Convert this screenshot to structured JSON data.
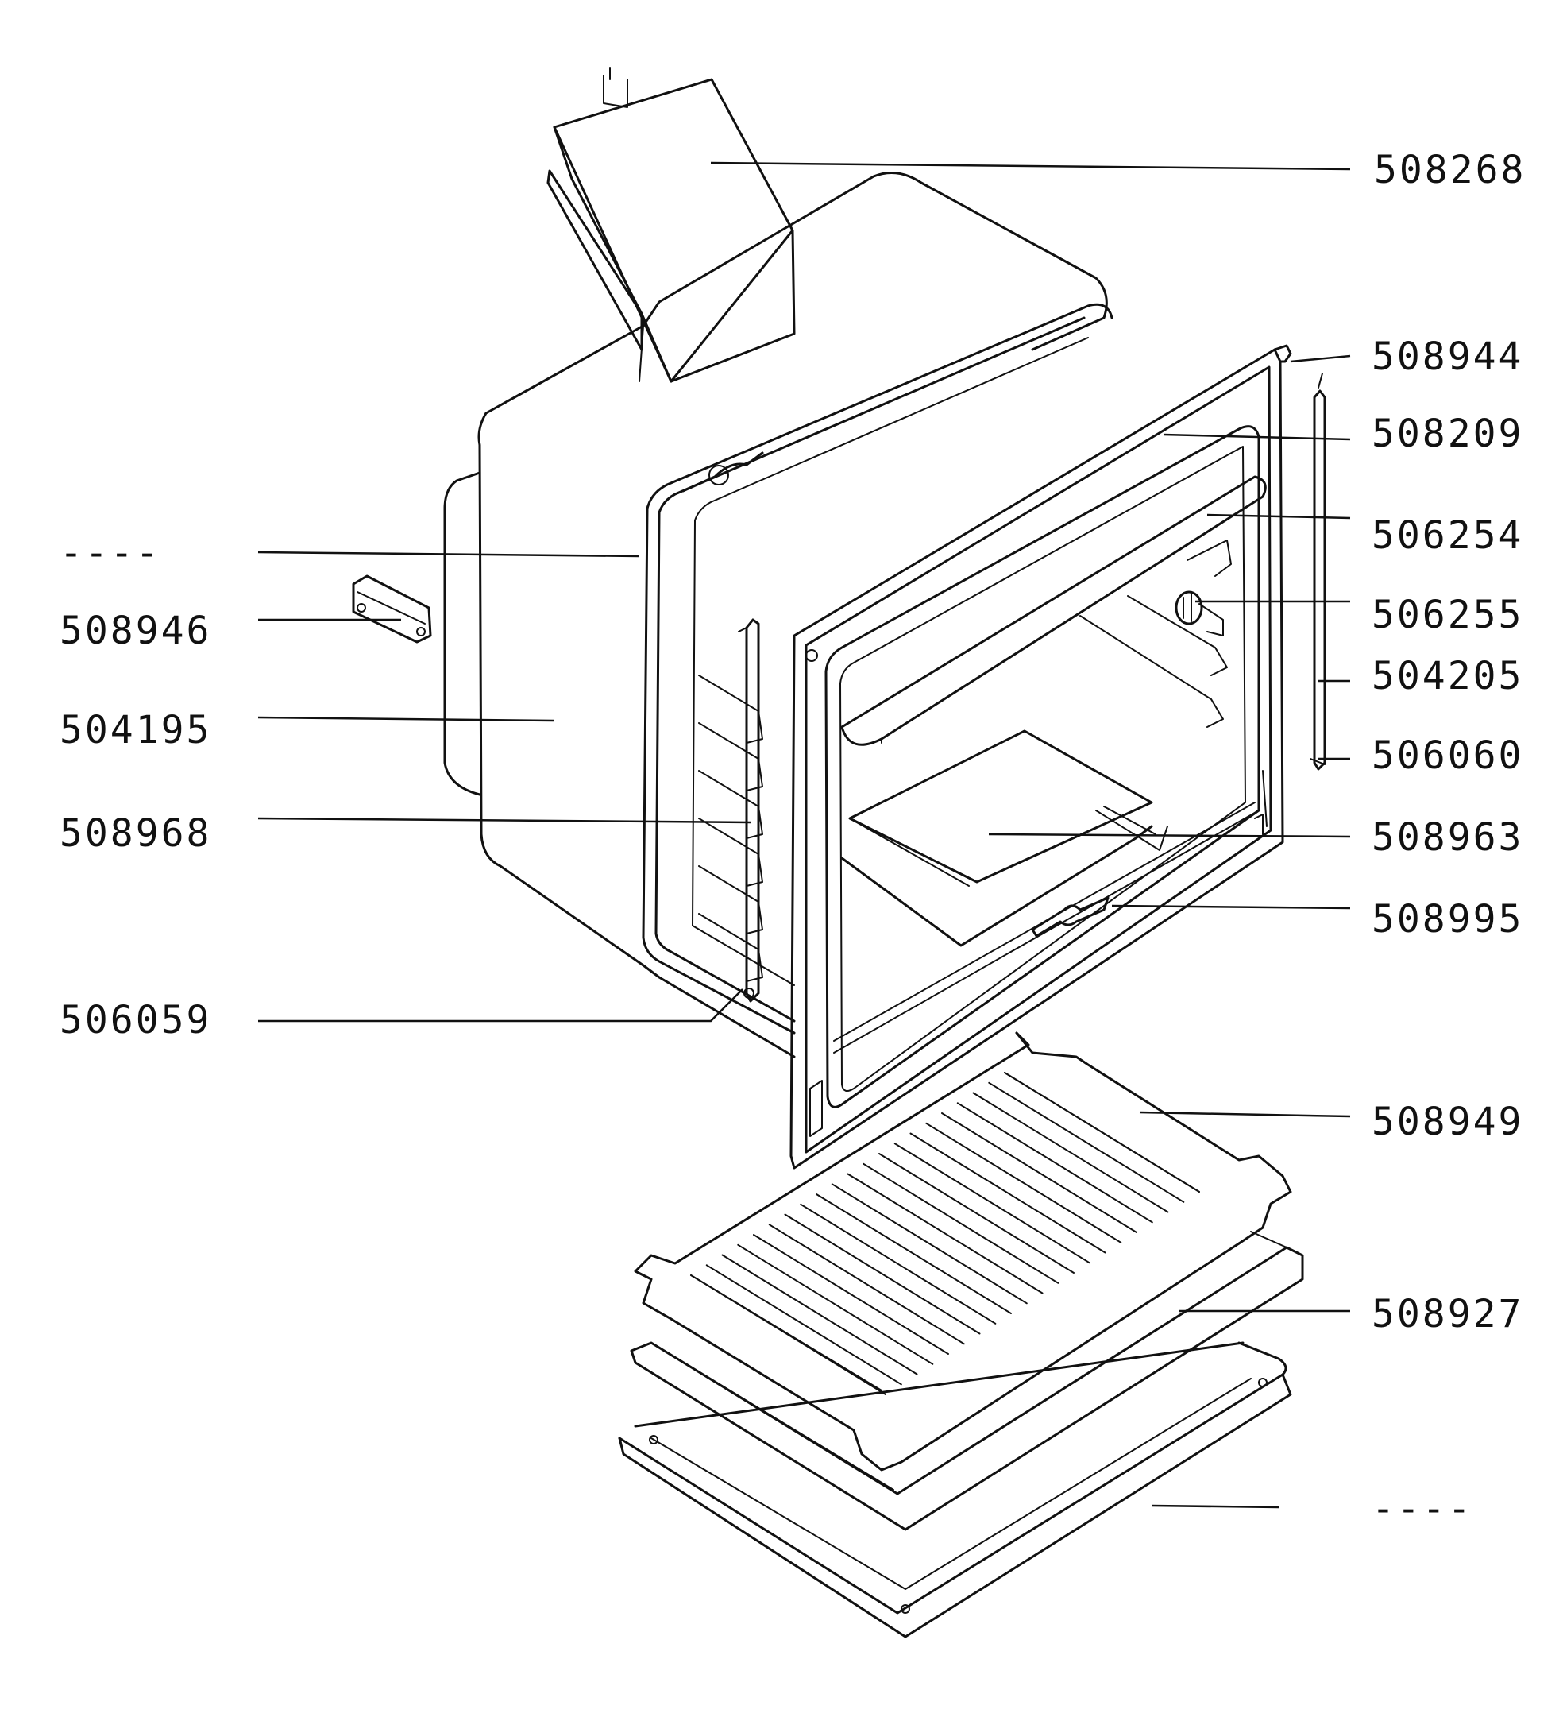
{
  "labels": {
    "top_right": "508268",
    "door_hinge": "508944",
    "door_seal": "508209",
    "top_shelf": "506254",
    "lamp": "506255",
    "right_rail": "504205",
    "right_rail_clip": "506060",
    "back_panel": "508963",
    "bottom_strip": "508995",
    "wire_rack": "508949",
    "baking_tray": "508927",
    "bottom_frame": "----",
    "left_dash": "----",
    "left_bracket": "508946",
    "oven_cavity": "504195",
    "left_rail": "508968",
    "left_rail_clip": "506059"
  },
  "colors": {
    "ink": "#111111",
    "paper": "#ffffff"
  }
}
